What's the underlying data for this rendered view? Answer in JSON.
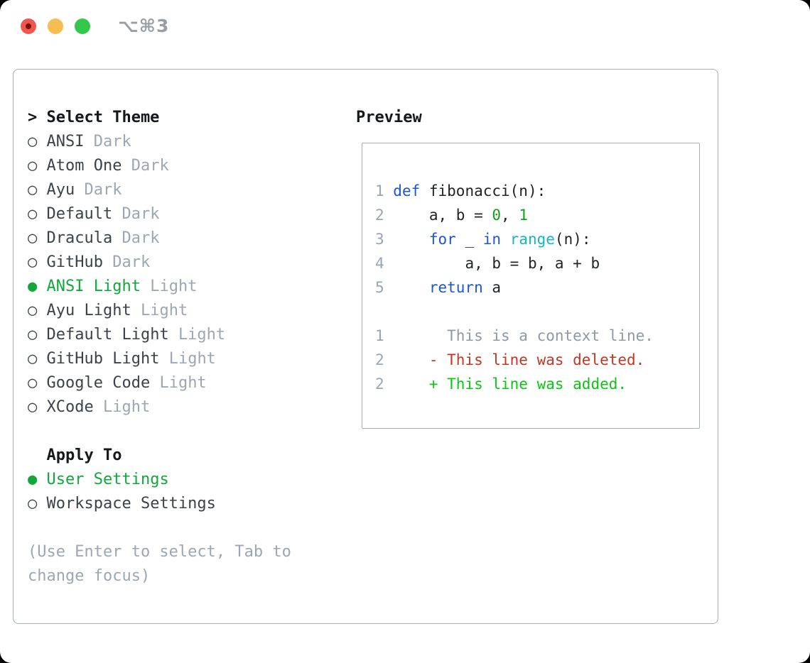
{
  "window": {
    "shortcut": "⌥⌘3",
    "traffic_lights": [
      "close",
      "minimize",
      "zoom"
    ]
  },
  "icons": {
    "radio_unselected": "○",
    "radio_selected": "●",
    "cursor_prefix": ">"
  },
  "colors": {
    "page_background": "#000000",
    "window_background": "#ffffff",
    "panel_border": "#a7afb9",
    "header_text": "#15181c",
    "item_text": "#3c424a",
    "muted_text": "#9da7b3",
    "selection_green": "#12a73b",
    "keyword_blue": "#1d55d9",
    "builtin_cyan": "#13b5c8",
    "number_green": "#0ca315",
    "line_number_gray": "#9aa5b2",
    "diff_context_gray": "#8f99a4",
    "diff_deleted_red": "#c23722",
    "diff_added_green": "#0cc514",
    "traffic_red": "#f1564e",
    "traffic_yellow": "#f6bd50",
    "traffic_green": "#34c84a"
  },
  "panel": {
    "theme_list": {
      "header": {
        "prefix": ">",
        "label": "Select Theme"
      },
      "items": [
        {
          "name": "ANSI",
          "variant": "Dark",
          "selected": false
        },
        {
          "name": "Atom One",
          "variant": "Dark",
          "selected": false
        },
        {
          "name": "Ayu",
          "variant": "Dark",
          "selected": false
        },
        {
          "name": "Default",
          "variant": "Dark",
          "selected": false
        },
        {
          "name": "Dracula",
          "variant": "Dark",
          "selected": false
        },
        {
          "name": "GitHub",
          "variant": "Dark",
          "selected": false
        },
        {
          "name": "ANSI Light",
          "variant": "Light",
          "selected": true
        },
        {
          "name": "Ayu Light",
          "variant": "Light",
          "selected": false
        },
        {
          "name": "Default Light",
          "variant": "Light",
          "selected": false
        },
        {
          "name": "GitHub Light",
          "variant": "Light",
          "selected": false
        },
        {
          "name": "Google Code",
          "variant": "Light",
          "selected": false
        },
        {
          "name": "XCode",
          "variant": "Light",
          "selected": false
        }
      ]
    },
    "apply_to": {
      "header": "Apply To",
      "options": [
        {
          "label": "User Settings",
          "selected": true
        },
        {
          "label": "Workspace Settings",
          "selected": false
        }
      ]
    },
    "help_lines": [
      "(Use Enter to select, Tab to",
      "change focus)"
    ],
    "preview": {
      "title": "Preview",
      "lines": [
        {
          "kind": "code",
          "num": "1",
          "parts": [
            {
              "t": "def",
              "c": "kw"
            },
            {
              "t": " fibonacci(n):",
              "c": "code-t"
            }
          ]
        },
        {
          "kind": "code",
          "num": "2",
          "parts": [
            {
              "t": "    a, b = ",
              "c": "code-t"
            },
            {
              "t": "0",
              "c": "nl"
            },
            {
              "t": ", ",
              "c": "code-t"
            },
            {
              "t": "1",
              "c": "nl"
            }
          ]
        },
        {
          "kind": "code",
          "num": "3",
          "parts": [
            {
              "t": "    ",
              "c": "code-t"
            },
            {
              "t": "for",
              "c": "kw"
            },
            {
              "t": " _ ",
              "c": "code-t"
            },
            {
              "t": "in",
              "c": "kw"
            },
            {
              "t": " ",
              "c": "code-t"
            },
            {
              "t": "range",
              "c": "bi"
            },
            {
              "t": "(n):",
              "c": "code-t"
            }
          ]
        },
        {
          "kind": "code",
          "num": "4",
          "parts": [
            {
              "t": "        a, b = b, a + b",
              "c": "code-t"
            }
          ]
        },
        {
          "kind": "code",
          "num": "5",
          "parts": [
            {
              "t": "    ",
              "c": "code-t"
            },
            {
              "t": "return",
              "c": "kw"
            },
            {
              "t": " a",
              "c": "code-t"
            }
          ]
        },
        {
          "kind": "blank",
          "num": "",
          "parts": []
        },
        {
          "kind": "diff-context",
          "num": "1",
          "parts": [
            {
              "t": "      This is a context line.",
              "c": "ctx"
            }
          ]
        },
        {
          "kind": "diff-deleted",
          "num": "2",
          "parts": [
            {
              "t": "    - This line was deleted.",
              "c": "del"
            }
          ]
        },
        {
          "kind": "diff-added",
          "num": "2",
          "parts": [
            {
              "t": "    + This line was added.",
              "c": "add"
            }
          ]
        }
      ]
    }
  }
}
